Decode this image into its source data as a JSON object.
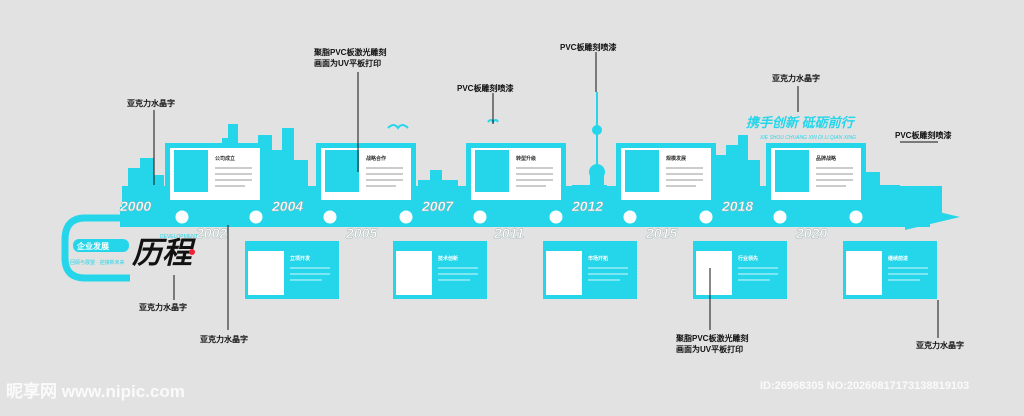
{
  "slogan": {
    "main": "携手创新 砥砺前行",
    "pinyin": "XIE SHOU CHUANG XIN DI LI QIAN XING"
  },
  "logo": {
    "calligraphy": "历程",
    "tag": "DEVELOPMENT",
    "chip_text": "企业发展",
    "sub_text": "回顾与展望 · 迎接新未来"
  },
  "colors": {
    "accent": "#25d6ea",
    "background": "#e2e2e2",
    "panel": "#ffffff"
  },
  "timeline": {
    "top_years": [
      "2000",
      "2004",
      "2007",
      "2012",
      "2018"
    ],
    "bottom_years": [
      "2002",
      "2005",
      "2011",
      "2015",
      "2020"
    ],
    "top_cards": [
      "公司成立",
      "战略合作",
      "转型升级",
      "规模发展",
      "品牌战略"
    ],
    "bottom_cards": [
      "立项开发",
      "技术创新",
      "市场开拓",
      "行业领先",
      "继续前进"
    ]
  },
  "annotations": {
    "acrylic": "亚克力水晶字",
    "pvc_paint": "PVC板雕刻喷漆",
    "pvc_laser_line1": "聚脂PVC板激光雕刻",
    "pvc_laser_line2": "画面为UV平板打印"
  },
  "watermark": {
    "site": "昵享网 www.nipic.com",
    "id": "ID:26968305 NO:20260817173138819103"
  }
}
